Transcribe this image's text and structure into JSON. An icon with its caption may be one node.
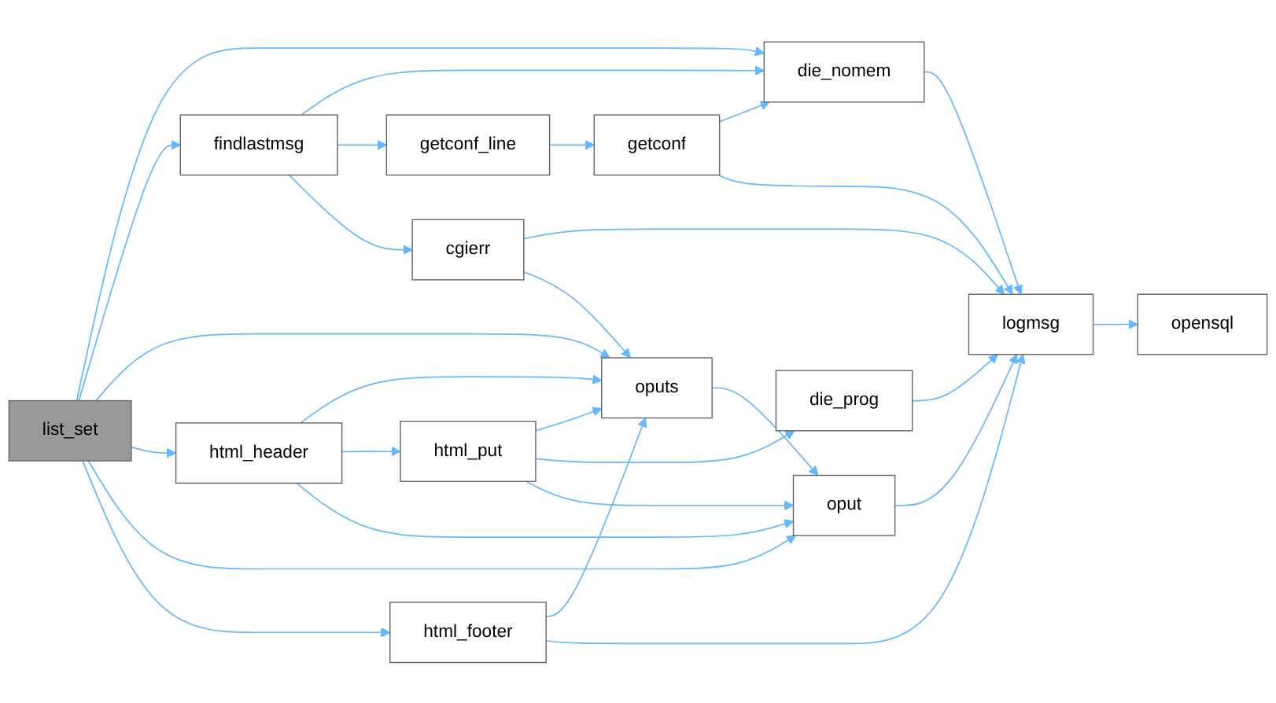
{
  "diagram": {
    "nodes": [
      {
        "text": [
          "list_set"
        ]
      },
      {
        "text": [
          "findlastmsg"
        ]
      },
      {
        "text": [
          "html_header"
        ]
      },
      {
        "text": [
          "html_footer"
        ]
      },
      {
        "text": [
          "getconf_line"
        ]
      },
      {
        "text": [
          "cgierr"
        ]
      },
      {
        "text": [
          "html_put"
        ]
      },
      {
        "text": [
          "getconf"
        ]
      },
      {
        "text": [
          "oputs"
        ]
      },
      {
        "text": [
          "die_prog"
        ]
      },
      {
        "text": [
          "die_nomem"
        ]
      },
      {
        "text": [
          "oput"
        ]
      },
      {
        "text": [
          "logmsg"
        ]
      },
      {
        "text": [
          "opensql"
        ]
      }
    ],
    "edges": [
      {
        "from": 0,
        "to": 10,
        "arrow": "to"
      },
      {
        "from": 0,
        "to": 1,
        "arrow": "to"
      },
      {
        "from": 0,
        "to": 8,
        "arrow": "to"
      },
      {
        "from": 0,
        "to": 2,
        "arrow": "to"
      },
      {
        "from": 0,
        "to": 11,
        "arrow": "to"
      },
      {
        "from": 0,
        "to": 3,
        "arrow": "to"
      },
      {
        "from": 1,
        "to": 10,
        "arrow": "to"
      },
      {
        "from": 1,
        "to": 4,
        "arrow": "to"
      },
      {
        "from": 1,
        "to": 5,
        "arrow": "to"
      },
      {
        "from": 4,
        "to": 7,
        "arrow": "to"
      },
      {
        "from": 7,
        "to": 10,
        "arrow": "to"
      },
      {
        "from": 7,
        "to": 12,
        "arrow": "to"
      },
      {
        "from": 10,
        "to": 12,
        "arrow": "to"
      },
      {
        "from": 5,
        "to": 12,
        "arrow": "to"
      },
      {
        "from": 5,
        "to": 8,
        "arrow": "to"
      },
      {
        "from": 12,
        "to": 13,
        "arrow": "to"
      },
      {
        "from": 8,
        "to": 11,
        "arrow": "to"
      },
      {
        "from": 9,
        "to": 12,
        "arrow": "to"
      },
      {
        "from": 2,
        "to": 8,
        "arrow": "to"
      },
      {
        "from": 2,
        "to": 6,
        "arrow": "to"
      },
      {
        "from": 2,
        "to": 11,
        "arrow": "to"
      },
      {
        "from": 6,
        "to": 8,
        "arrow": "to"
      },
      {
        "from": 6,
        "to": 9,
        "arrow": "to"
      },
      {
        "from": 6,
        "to": 11,
        "arrow": "to"
      },
      {
        "from": 11,
        "to": 12,
        "arrow": "to"
      },
      {
        "from": 3,
        "to": 8,
        "arrow": "to"
      },
      {
        "from": 3,
        "to": 12,
        "arrow": "to"
      }
    ]
  }
}
